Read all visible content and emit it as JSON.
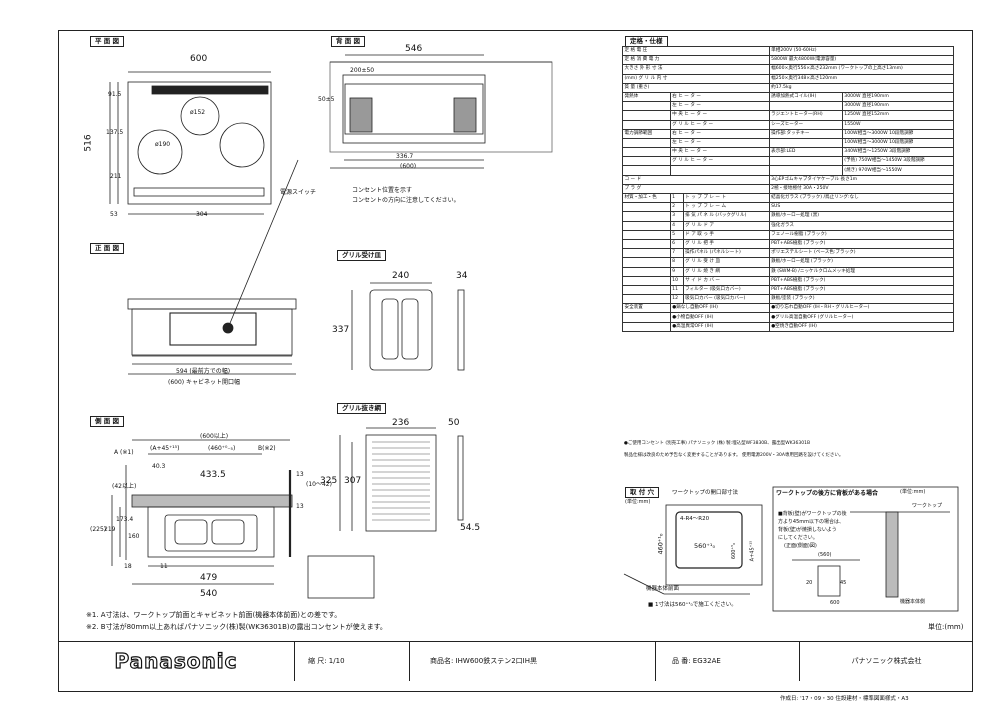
{
  "titles": {
    "plan": "平 面 図",
    "back": "背 面 図",
    "front": "正 面 図",
    "grill_pan": "グリル受け皿",
    "side": "側 面 図",
    "grill_drawer": "グリル抜き網",
    "spec": "定格・仕様",
    "install": "取 付 穴",
    "wall_case": "ワークトップの後方に背板がある場合"
  },
  "plan": {
    "w600": "600",
    "h516": "516",
    "d91": "91.5",
    "d137": "137.5",
    "d211": "211",
    "d53": "53",
    "d304": "304",
    "d152": "ø152",
    "d190": "ø190",
    "power_switch": "電源スイッチ"
  },
  "back": {
    "w546": "546",
    "d200": "200±50",
    "d3367": "336.7",
    "d600p": "(600)",
    "d50": "50±5",
    "outlet1": "コンセント位置を示す",
    "outlet2": "コンセントの方向に注意してください。"
  },
  "front": {
    "d594": "594 (最前方での幅)",
    "d600c": "(600) キャビネット開口幅"
  },
  "grill_pan": {
    "w240": "240",
    "d34": "34",
    "h337": "337"
  },
  "grill_drawer": {
    "w236": "236",
    "d50": "50",
    "h325": "325",
    "h307": "307",
    "d545": "54.5"
  },
  "side": {
    "d600up": "(600以上)",
    "a_label": "A (※1)",
    "a_dim": "(A+45⁺¹⁵)",
    "d460": "(460⁺⁰₋₅)",
    "b_label": "B(※2)",
    "d403": "40.3",
    "d4335": "433.5",
    "d13a": "13",
    "d10_42": "(10～42)",
    "d225": "(225)",
    "d219": "219",
    "d1734": "173.4",
    "d160": "160",
    "d13b": "13",
    "d42": "(42以上)",
    "d18": "18",
    "d11": "11",
    "d479": "479",
    "d540": "540"
  },
  "notes": {
    "n1": "※1. A寸法は、ワークトップ前面とキャビネット前面(機器本体前面)との差です。",
    "n2": "※2. B寸法が80mm以上あればパナソニック(株)製(WK36301B)の露出コンセントが使えます。",
    "unit": "単位:(mm)"
  },
  "spec_rows": [
    [
      "定",
      "格",
      "電",
      "圧",
      "単相200V (50-60Hz)"
    ],
    [
      "定",
      "格",
      "消 費 電 力",
      "",
      "5800W    最大4800W(電源容量)"
    ],
    [
      "大きさ",
      "外 形 寸 法",
      "",
      "",
      "幅600×奥行556×高さ232mm (ワークトップの上高さ13mm)"
    ],
    [
      "(mm)",
      "グ リ ル 内 寸",
      "",
      "",
      "幅250×奥行348×高さ120mm"
    ],
    [
      "質",
      "量 (重さ)",
      "",
      "",
      "約17.5kg"
    ]
  ],
  "spec_heat": [
    [
      "右 ヒ ー タ ー",
      "誘導加熱式コイル(IH)",
      "3000W 直径190mm"
    ],
    [
      "左 ヒ ー タ ー",
      "",
      "3000W 直径190mm"
    ],
    [
      "中 央 ヒ ー タ ー",
      "ラジエントヒーター(RH)",
      "1250W 直径152mm"
    ],
    [
      "グ リ ル ヒ ー タ ー",
      "シーズヒーター",
      "1550W"
    ]
  ],
  "spec_power": [
    [
      "右 ヒ ー タ ー",
      "操作部:タッチキー",
      "100W相当～3000W 10段階調節"
    ],
    [
      "左 ヒ ー タ ー",
      "",
      "100W相当～3000W 10段階調節"
    ],
    [
      "中 央 ヒ ー タ ー",
      "表示部:LED",
      "340W相当～1250W 3段階調節"
    ],
    [
      "グ リ ル ヒ ー タ ー",
      "",
      "(予熱) 750W相当～1450W 3段階調節"
    ],
    [
      "",
      "",
      "(焼き) 970W相当～1550W"
    ]
  ],
  "spec_cord": [
    "コ",
    "ー",
    "ド",
    "3心EPゴムキャブタイヤケーブル 長さ1m"
  ],
  "spec_plug": [
    "プ",
    "ラ",
    "グ",
    "2極・接地極付 30A・250V"
  ],
  "spec_materials": [
    [
      "1",
      "ト ッ プ プ レ ー ト",
      "結晶化ガラス (ブラック) /鳥止リング:なし"
    ],
    [
      "2",
      "ト ッ プ フ レ ー ム",
      "SUS"
    ],
    [
      "3",
      "排 気 パ ネ ル (バックグリル)",
      "鉄板/ホーロー処理 (黒)"
    ],
    [
      "4",
      "グ リ ル ド ア",
      "強化ガラス"
    ],
    [
      "5",
      "ド ア 取 っ 手",
      "フェノール樹脂 (ブラック)"
    ],
    [
      "6",
      "グ リ ル 把 手",
      "PBT+ABS樹脂 (ブラック)"
    ],
    [
      "7",
      "操作パネル (パネルシート)",
      "ポリエステルシート (ベース色:ブラック)"
    ],
    [
      "8",
      "グ リ ル 受 け 皿",
      "鉄板/ホーロー処理 (ブラック)"
    ],
    [
      "9",
      "グ リ ル 焼 き 網",
      "鉄 (SWM-B) /ニッケルクロムメッキ処理"
    ],
    [
      "10",
      "サ イ ド カ バ ー",
      "PBT+ABS樹脂 (ブラック)"
    ],
    [
      "11",
      "フィルター (吸気口カバー)",
      "PBT+ABS樹脂 (ブラック)"
    ],
    [
      "12",
      "吸気口カバー (吸気口カバー)",
      "鉄板/塗装 (ブラック)"
    ]
  ],
  "spec_safety": [
    "●鍋なし自動OFF (IH)",
    "●切り忘れ自動OFF (IH・RH・グリルヒーター)",
    "●小物自動OFF (IH)",
    "●グリル高温自動OFF (グリルヒーター)",
    "●高温異常OFF (IH)",
    "●空焼き自動OFF (IH)"
  ],
  "spec_foot1": "●ご使用コンセント (別売工事) パナソニック (株) 製:埋込型WF3830B、露出型WK36301B",
  "spec_foot2": "製品仕様は改良のため予告なく変更することがあります。    使用電源200V・30A専用回路を設けてください。",
  "install": {
    "sub": "ワークトップの開口部寸法",
    "unit": "(単位:mm)",
    "r": "4-R4～R20",
    "w560": "560⁺¹₀",
    "h460": "460⁺¹₀",
    "a45": "A+45⁺¹⁵",
    "d600": "600⁺⁵₀",
    "front": "機器本体前面",
    "note": "■ 1寸法は560⁺¹₀で施工ください。"
  },
  "wall": {
    "unit": "(単位:mm)",
    "wtop": "ワークトップ",
    "front_view": "(正面(側面)図)",
    "p1": "■背板(壁)がワークトップの後",
    "p2": "方より45mm以下の場合は、",
    "p3": "背板(壁)が焼損しないよう",
    "p4": "にしてください。",
    "d560": "(560)",
    "d20": "20",
    "d45": "45",
    "d600": "600",
    "side": "機器本体側"
  },
  "title_block": {
    "brand": "Panasonic",
    "scale": "縮 尺: 1/10",
    "product": "商品名: IHW600鉄ステン2口IH黒",
    "model": "品 番: EG32AE",
    "company": "パナソニック株式会社",
    "footer": "作成日: '17・09・30    住設建材・標準図面様式・A3"
  }
}
